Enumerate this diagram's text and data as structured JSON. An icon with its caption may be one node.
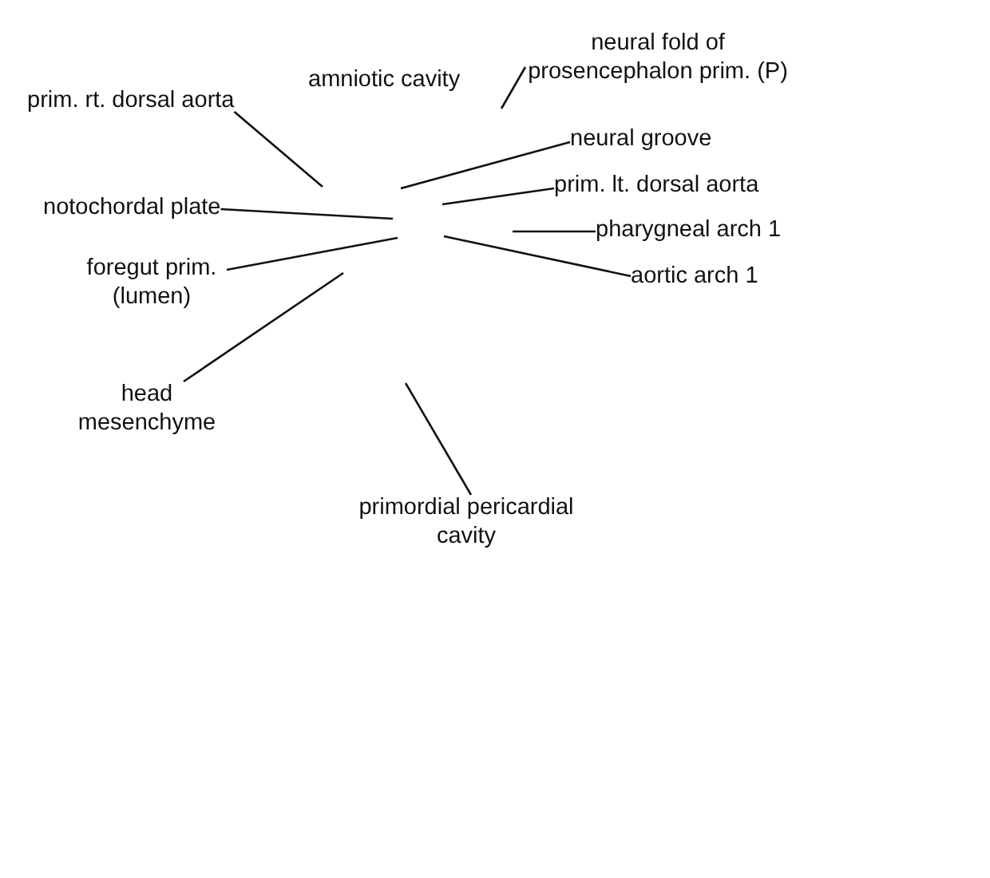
{
  "diagram": {
    "nodes": [
      {
        "text": [
          "neural fold of prosencephalon prim. (P)"
        ]
      },
      {
        "text": [
          "prim. rt. dorsal aorta"
        ]
      },
      {
        "text": [
          "neural groove"
        ]
      },
      {
        "text": [
          "prim. lt. dorsal aorta"
        ]
      },
      {
        "text": [
          "notochordal plate"
        ]
      },
      {
        "text": [
          "pharygneal arch 1"
        ]
      },
      {
        "text": [
          "foregut prim. (lumen)"
        ]
      },
      {
        "text": [
          "aortic arch 1"
        ]
      },
      {
        "text": [
          "head mesenchyme"
        ]
      },
      {
        "text": [
          "primordial pericardial cavity"
        ]
      }
    ],
    "edges": [
      {
        "from": 0,
        "to": null,
        "arrow": "none"
      },
      {
        "from": 1,
        "to": null,
        "arrow": "none"
      },
      {
        "from": 2,
        "to": null,
        "arrow": "none"
      },
      {
        "from": 3,
        "to": null,
        "arrow": "none"
      },
      {
        "from": 4,
        "to": null,
        "arrow": "none"
      },
      {
        "from": 5,
        "to": null,
        "arrow": "none"
      },
      {
        "from": 6,
        "to": null,
        "arrow": "none"
      },
      {
        "from": 7,
        "to": null,
        "arrow": "none"
      },
      {
        "from": 8,
        "to": null,
        "arrow": "none"
      },
      {
        "from": 9,
        "to": null,
        "arrow": "none"
      }
    ],
    "labels": [
      "amniotic cavity"
    ]
  }
}
